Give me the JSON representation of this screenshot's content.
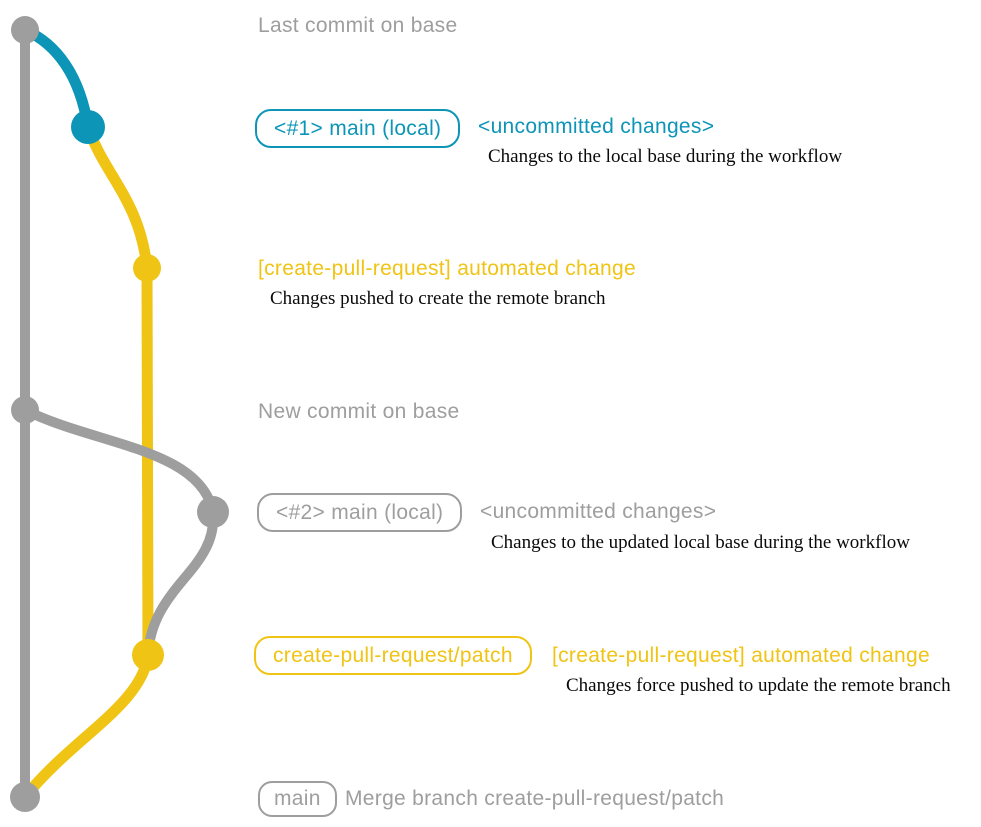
{
  "colors": {
    "blue": "#0d95b7",
    "yellow": "#f0c414",
    "gray": "#9e9e9e",
    "ink": "#0a0a0a"
  },
  "annotations": {
    "last_commit_on_base": "Last commit on base",
    "new_commit_on_base": "New commit on base"
  },
  "rows": {
    "main_local_1": {
      "tag": "<#1> main (local)",
      "status": "<uncommitted changes>",
      "description": "Changes to the local base during the workflow"
    },
    "automated_change_1": {
      "title": "[create-pull-request] automated change",
      "description": "Changes pushed to create the remote branch"
    },
    "main_local_2": {
      "tag": "<#2> main (local)",
      "status": "<uncommitted changes>",
      "description": "Changes to the updated local base during the workflow"
    },
    "patch_branch": {
      "tag": "create-pull-request/patch",
      "title": "[create-pull-request] automated change",
      "description": "Changes force pushed to update the remote branch"
    },
    "merge_commit": {
      "tag": "main",
      "title": "Merge branch create-pull-request/patch"
    }
  }
}
